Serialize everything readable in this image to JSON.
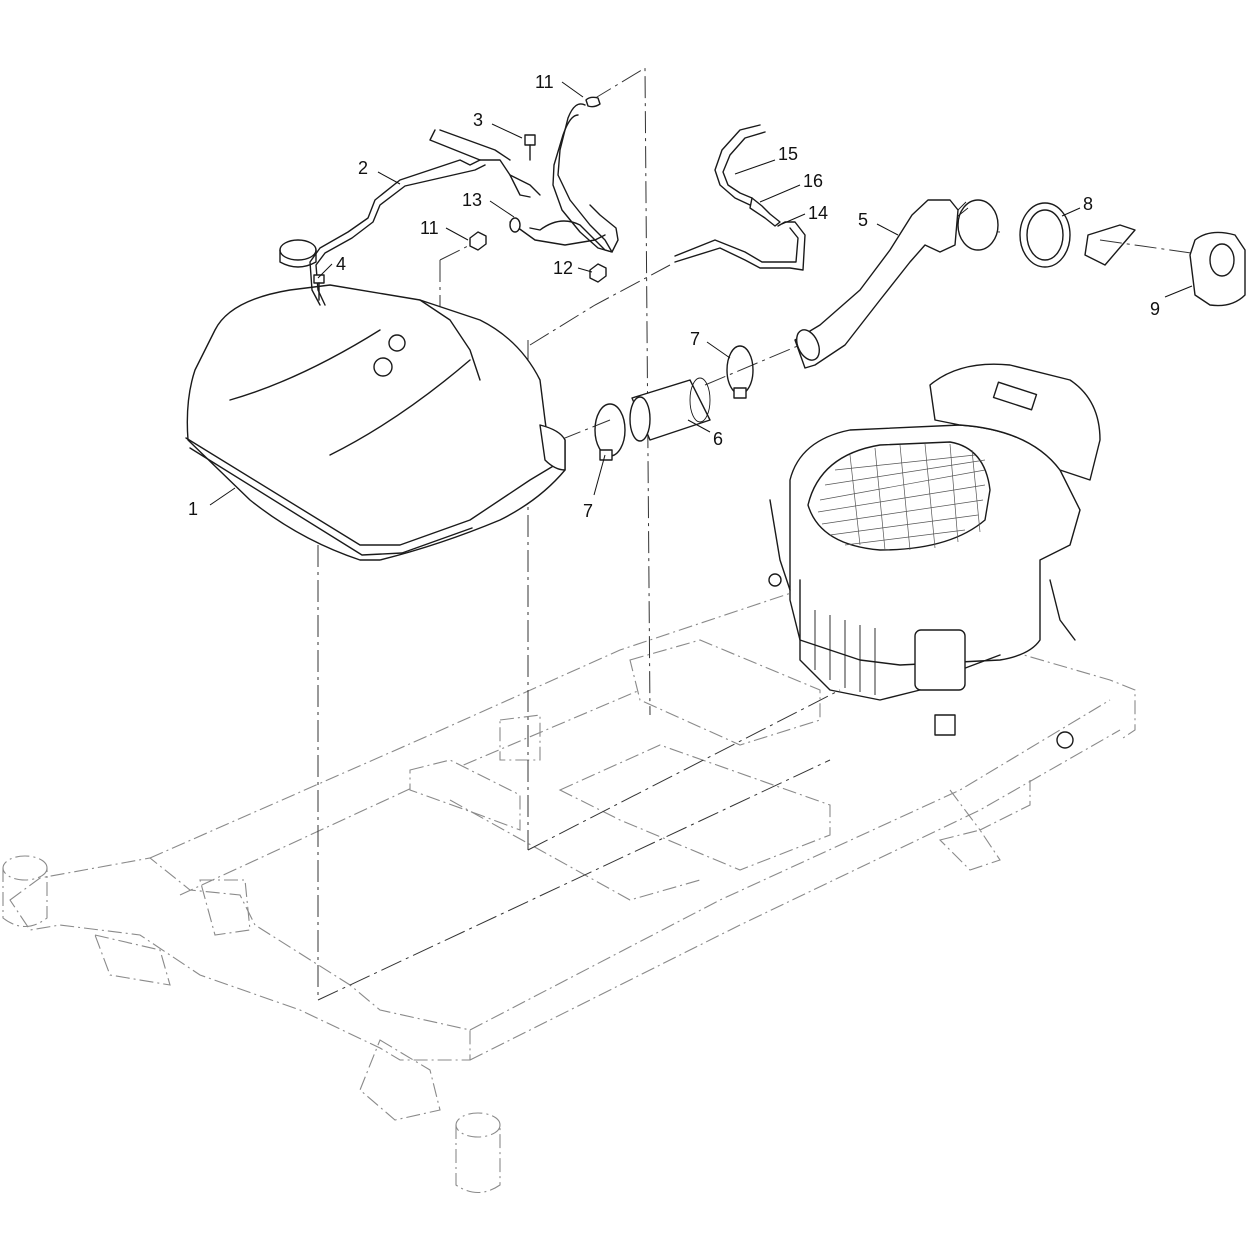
{
  "callouts": {
    "c1": "1",
    "c2": "2",
    "c3": "3",
    "c4": "4",
    "c5": "5",
    "c6": "6",
    "c7a": "7",
    "c7b": "7",
    "c8": "8",
    "c9": "9",
    "c11a": "11",
    "c11b": "11",
    "c12": "12",
    "c13": "13",
    "c14": "14",
    "c15": "15",
    "c16": "16"
  }
}
